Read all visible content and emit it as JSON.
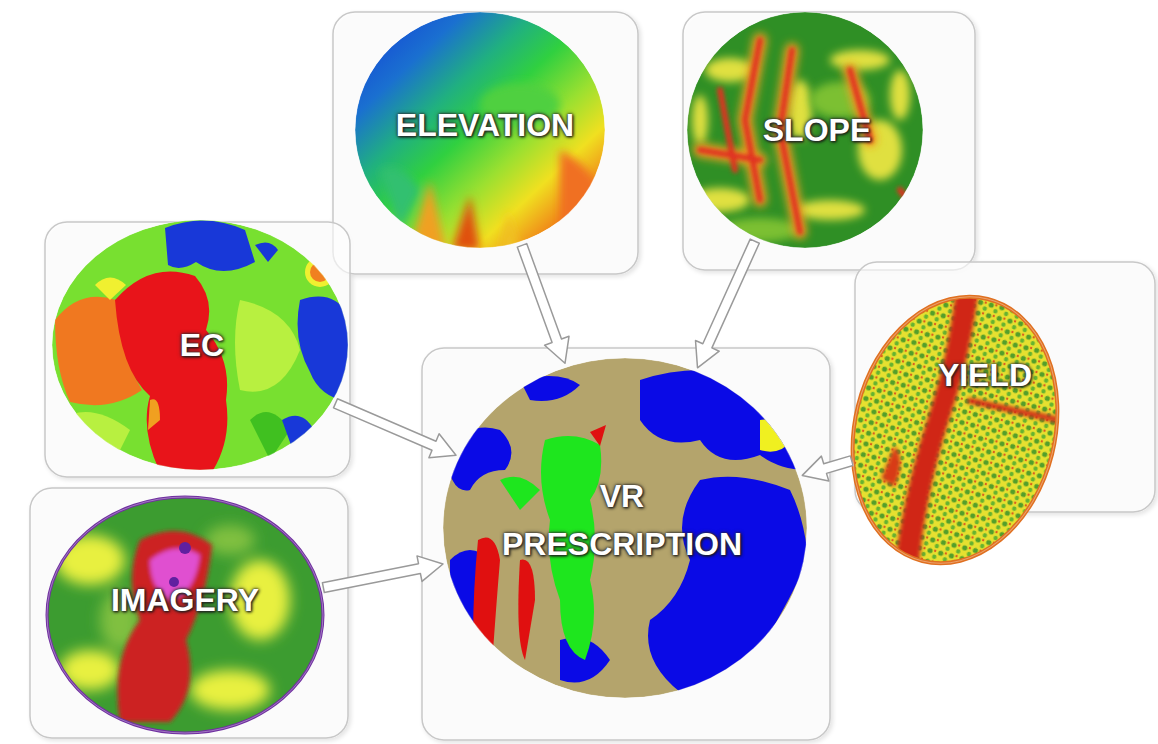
{
  "diagram": {
    "nodes": [
      {
        "text": [
          "ELEVATION"
        ]
      },
      {
        "text": [
          "SLOPE"
        ]
      },
      {
        "text": [
          "EC"
        ]
      },
      {
        "text": [
          "YIELD"
        ]
      },
      {
        "text": [
          "VR PRESCRIPTION"
        ]
      },
      {
        "text": [
          "IMAGERY"
        ]
      }
    ],
    "edges": [
      {
        "from": 0,
        "to": 4,
        "arrow": "to"
      },
      {
        "from": 1,
        "to": 4,
        "arrow": "to"
      },
      {
        "from": 2,
        "to": 4,
        "arrow": "to"
      },
      {
        "from": 3,
        "to": 4,
        "arrow": "to"
      },
      {
        "from": 5,
        "to": 4,
        "arrow": "to"
      }
    ]
  }
}
